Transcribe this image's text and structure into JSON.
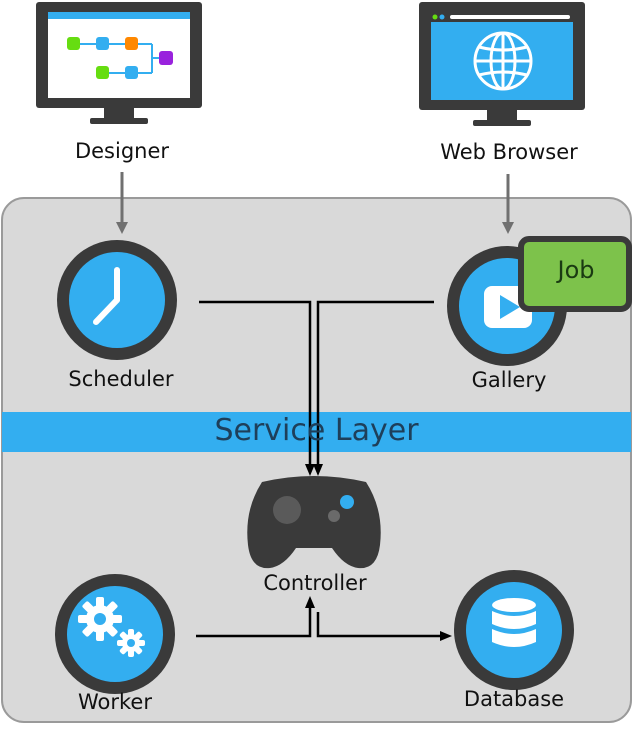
{
  "nodes": {
    "designer": {
      "label": "Designer"
    },
    "web_browser": {
      "label": "Web Browser"
    },
    "scheduler": {
      "label": "Scheduler"
    },
    "gallery": {
      "label": "Gallery"
    },
    "job": {
      "label": "Job"
    },
    "service_layer": {
      "label": "Service Layer"
    },
    "controller": {
      "label": "Controller"
    },
    "worker": {
      "label": "Worker"
    },
    "database": {
      "label": "Database"
    }
  },
  "colors": {
    "dark": "#3a3a3a",
    "accent_blue": "#33aef0",
    "panel_gray": "#d9d9d9",
    "job_green": "#7dc24b",
    "node_green": "#66dd11",
    "node_orange": "#ff8800",
    "node_purple": "#9922dd"
  },
  "icons": {
    "designer": "monitor-workflow-icon",
    "web_browser": "monitor-globe-icon",
    "scheduler": "clock-icon",
    "gallery": "play-button-icon",
    "controller": "gamepad-icon",
    "worker": "gears-icon",
    "database": "database-icon"
  }
}
